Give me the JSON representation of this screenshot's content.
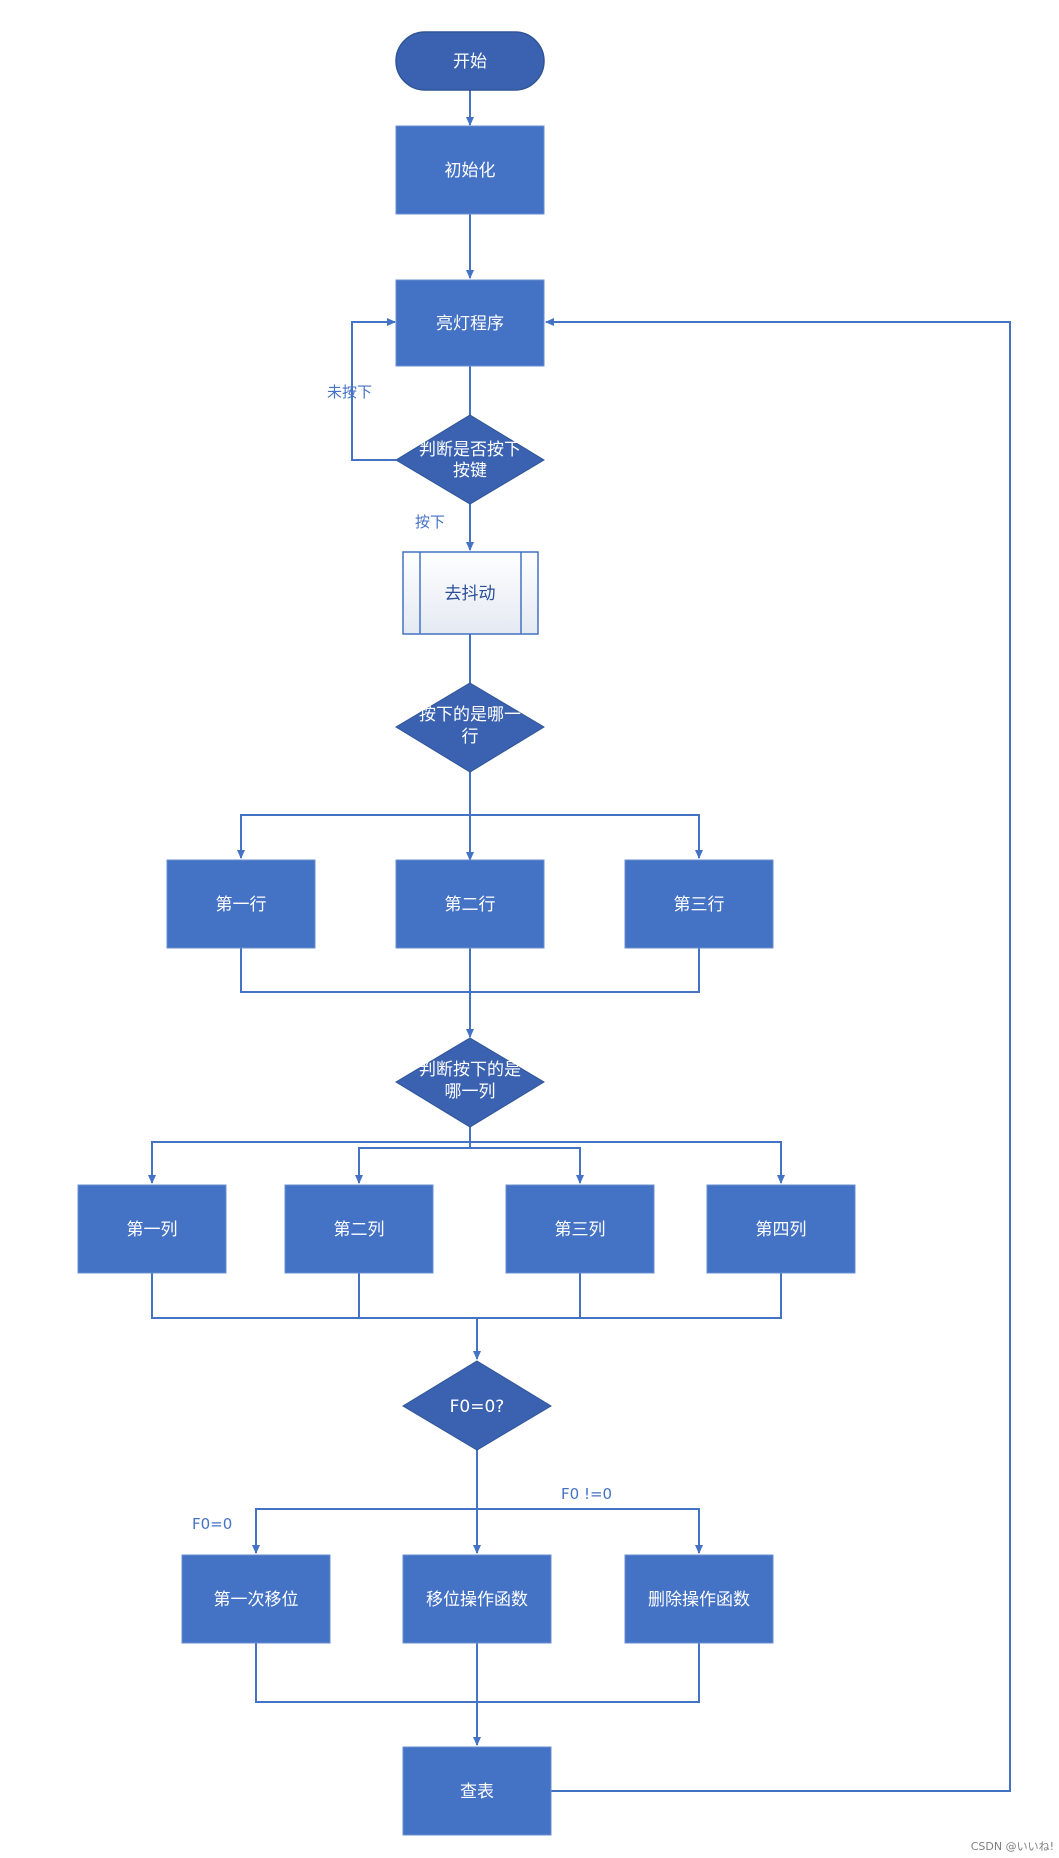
{
  "diagram": {
    "nodes": {
      "start": "开始",
      "init": "初始化",
      "light": "亮灯程序",
      "decide_key": [
        "判断是否按下",
        "按键"
      ],
      "debounce": "去抖动",
      "decide_row": [
        "按下的是哪一",
        "行"
      ],
      "row1": "第一行",
      "row2": "第二行",
      "row3": "第三行",
      "decide_col": [
        "判断按下的是",
        "哪一列"
      ],
      "col1": "第一列",
      "col2": "第二列",
      "col3": "第三列",
      "col4": "第四列",
      "decide_f0": "F0=0?",
      "first_shift": "第一次移位",
      "shift_func": "移位操作函数",
      "delete_func": "删除操作函数",
      "lookup": "查表"
    },
    "edge_labels": {
      "not_pressed": "未按下",
      "pressed": "按下",
      "f0_zero": "F0=0",
      "f0_nonzero": "F0 !=0"
    },
    "colors": {
      "fill": "#4472c4",
      "decision_fill": "#3a62b0",
      "stroke": "#4472c4",
      "text": "#ffffff"
    }
  },
  "watermark": "CSDN @いいね!"
}
